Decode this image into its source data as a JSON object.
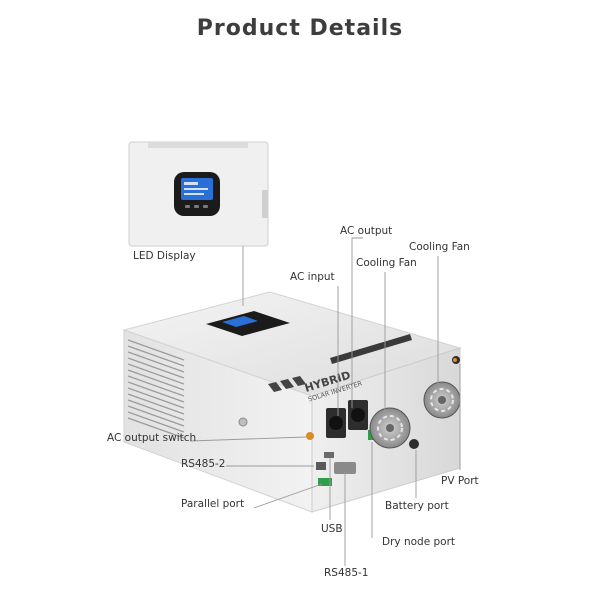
{
  "page": {
    "title": "Product Details"
  },
  "labels": {
    "led_display": "LED Display",
    "ac_output": "AC output",
    "cooling_fan_left": "Cooling Fan",
    "cooling_fan_right": "Cooling Fan",
    "ac_input": "AC input",
    "ac_output_switch": "AC output switch",
    "rs485_2": "RS485-2",
    "parallel_port": "Parallel port",
    "usb": "USB",
    "rs485_1": "RS485-1",
    "dry_node_port": "Dry node port",
    "battery_port": "Battery port",
    "pv_port": "PV Port"
  },
  "device": {
    "brand_text": "HYBRID",
    "sub_text": "SOLAR INVERTER"
  },
  "colors": {
    "body": "#ececec",
    "title": "#3d3d3d",
    "screen": "#2a6fd6",
    "bezel": "#1b1b1b",
    "leader": "#9a9a9a",
    "accent_orange": "#d98a2b"
  }
}
